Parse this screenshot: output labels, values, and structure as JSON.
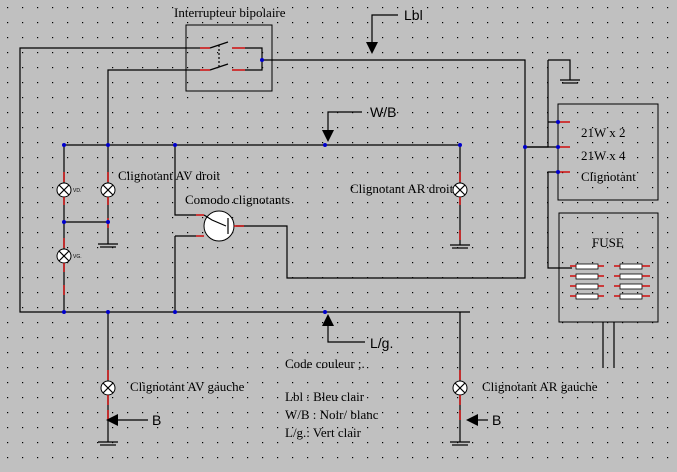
{
  "labels": {
    "switch_title": "Interrupteur bipolaire",
    "lbl_top": "Lbl",
    "wb": "W/B",
    "lg": "L/g.",
    "clign_av_droit": "Clignotant AV droit",
    "clign_ar_droit": "Clignotant AR droit",
    "comodo": "Comodo clignotants",
    "clign_av_gauche": "Clignotant AV gauche",
    "clign_ar_gauche": "Clignotant AR gauche",
    "b_left": "B",
    "b_right": "B",
    "vd": "VD.",
    "vg": "VG.",
    "box_w21x2": "21W x 2",
    "box_w21x4": "21W x 4",
    "box_clignotant": "Clignotant",
    "fuse": "FUSE"
  },
  "legend": {
    "title": "Code couleur ;.",
    "line1": "Lbl : Bleu clair",
    "line2": "W/B : Noir/ blanc",
    "line3": "L/g.: Vert clair"
  }
}
